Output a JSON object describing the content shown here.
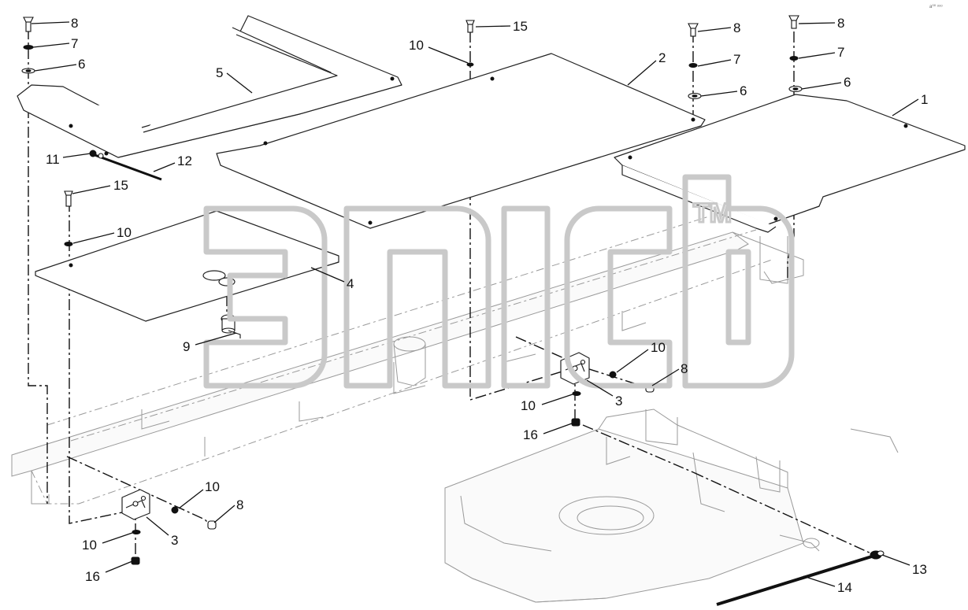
{
  "diagram": {
    "callouts": [
      {
        "id": "c8a",
        "text": "8"
      },
      {
        "id": "c7a",
        "text": "7"
      },
      {
        "id": "c6a",
        "text": "6"
      },
      {
        "id": "c5",
        "text": "5"
      },
      {
        "id": "c11",
        "text": "11"
      },
      {
        "id": "c12",
        "text": "12"
      },
      {
        "id": "c15a",
        "text": "15"
      },
      {
        "id": "c10a",
        "text": "10"
      },
      {
        "id": "c15b",
        "text": "15"
      },
      {
        "id": "c10b",
        "text": "10"
      },
      {
        "id": "c2",
        "text": "2"
      },
      {
        "id": "c8b",
        "text": "8"
      },
      {
        "id": "c7b",
        "text": "7"
      },
      {
        "id": "c6b",
        "text": "6"
      },
      {
        "id": "c8c",
        "text": "8"
      },
      {
        "id": "c7c",
        "text": "7"
      },
      {
        "id": "c6c",
        "text": "6"
      },
      {
        "id": "c1",
        "text": "1"
      },
      {
        "id": "c4",
        "text": "4"
      },
      {
        "id": "c9",
        "text": "9"
      },
      {
        "id": "c10c",
        "text": "10"
      },
      {
        "id": "c8d",
        "text": "8"
      },
      {
        "id": "c3a",
        "text": "3"
      },
      {
        "id": "c10d",
        "text": "10"
      },
      {
        "id": "c16a",
        "text": "16"
      },
      {
        "id": "c10e",
        "text": "10"
      },
      {
        "id": "c8e",
        "text": "8"
      },
      {
        "id": "c3b",
        "text": "3"
      },
      {
        "id": "c10f",
        "text": "10"
      },
      {
        "id": "c16b",
        "text": "16"
      },
      {
        "id": "c13",
        "text": "13"
      },
      {
        "id": "c14",
        "text": "14"
      }
    ],
    "watermark": {
      "trademark": "TM"
    },
    "corner_mark": "a⁰⁰ ᵒᵒᵒ"
  }
}
